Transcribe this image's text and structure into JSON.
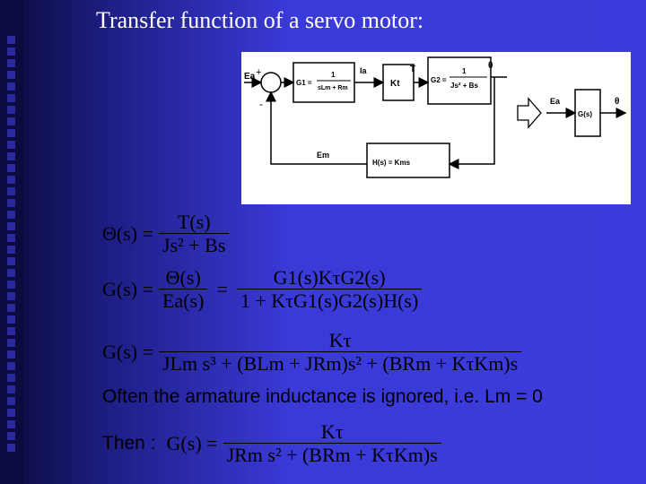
{
  "slide": {
    "title": "Transfer function of a servo motor:"
  },
  "diagram": {
    "input_signal": "Ea",
    "summing_plus": "+",
    "summing_minus": "-",
    "block_g1_lhs": "G1 =",
    "block_g1_num": "1",
    "block_g1_den": "sLm + Rm",
    "current_label": "Ia",
    "block_kt": "Kt",
    "torque_label": "T",
    "block_g2_lhs": "G2 =",
    "block_g2_num": "1",
    "block_g2_den": "Js² + Bs",
    "output_label": "θ",
    "feedback_label": "Em",
    "feedback_block": "H(s) = Kms",
    "equiv_input": "Ea",
    "equiv_block": "G(s)",
    "equiv_output": "θ"
  },
  "equations": {
    "eq1_lhs": "Θ(s) =",
    "eq1_num": "T(s)",
    "eq1_den": "Js² + Bs",
    "eq2_lhs": "G(s) =",
    "eq2_num1": "Θ(s)",
    "eq2_den1": "Ea(s)",
    "eq2_eq": "=",
    "eq2_num2": "G1(s)KτG2(s)",
    "eq2_den2": "1 + KτG1(s)G2(s)H(s)",
    "eq3_lhs": "G(s) =",
    "eq3_num": "Kτ",
    "eq3_den": "JLm s³ + (BLm + JRm)s² + (BRm + KτKm)s",
    "note": "Often the armature  inductance is ignored, i.e.  Lm = 0",
    "then_label": "Then :",
    "eq4_lhs": "G(s) =",
    "eq4_num": "Kτ",
    "eq4_den": "JRm s² + (BRm + KτKm)s"
  }
}
